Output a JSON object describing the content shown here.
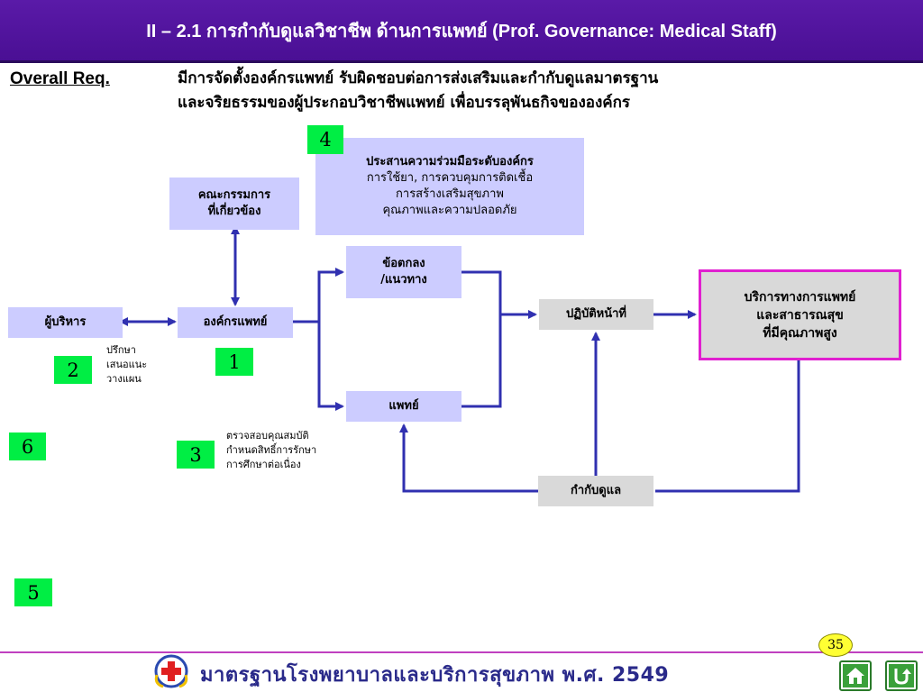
{
  "header": {
    "title": "II – 2.1 การกำกับดูแลวิชาชีพ ด้านการแพทย์ (Prof. Governance: Medical Staff)"
  },
  "requirement": {
    "label": "Overall Req.",
    "line1": "มีการจัดตั้งองค์กรแพทย์ รับผิดชอบต่อการส่งเสริมและกำกับดูแลมาตรฐาน",
    "line2": "และจริยธรรมของผู้ประกอบวิชาชีพแพทย์ เพื่อบรรลุพันธกิจขององค์กร"
  },
  "diagram": {
    "coordination": {
      "title": "ประสานความร่วมมือระดับองค์กร",
      "line1": "การใช้ยา, การควบคุมการติดเชื้อ",
      "line2": "การสร้างเสริมสุขภาพ",
      "line3": "คุณภาพและความปลอดภัย"
    },
    "committee": {
      "line1": "คณะกรรมการ",
      "line2": "ที่เกี่ยวข้อง"
    },
    "agreement": {
      "line1": "ข้อตกลง",
      "line2": "/แนวทาง"
    },
    "executive": "ผู้บริหาร",
    "medical_org": "องค์กรแพทย์",
    "physician": "แพทย์",
    "duty": "ปฏิบัติหน้าที่",
    "services": {
      "line1": "บริการทางการแพทย์",
      "line2": "และสาธารณสุข",
      "line3": "ที่มีคุณภาพสูง"
    },
    "supervision": "กำกับดูแล",
    "advice": {
      "line1": "ปรึกษา",
      "line2": "เสนอแนะ",
      "line3": "วางแผน"
    },
    "credential": {
      "line1": "ตรวจสอบคุณสมบัติ",
      "line2": "กำหนดสิทธิ์การรักษา",
      "line3": "การศึกษาต่อเนื่อง"
    }
  },
  "markers": {
    "m1": "1",
    "m2": "2",
    "m3": "3",
    "m4": "4",
    "m5": "5",
    "m6": "6"
  },
  "footer": {
    "text": "มาตรฐานโรงพยาบาลและบริการสุขภาพ พ.ศ. 2549",
    "page": "35"
  },
  "colors": {
    "header": "#4a0f94",
    "box": "#ccccff",
    "arrow": "#3030b0",
    "marker": "#00ee44",
    "services_border": "#e020d0"
  },
  "icons": {
    "home": "home-icon",
    "return": "return-icon",
    "logo": "hospital-cross-logo"
  }
}
